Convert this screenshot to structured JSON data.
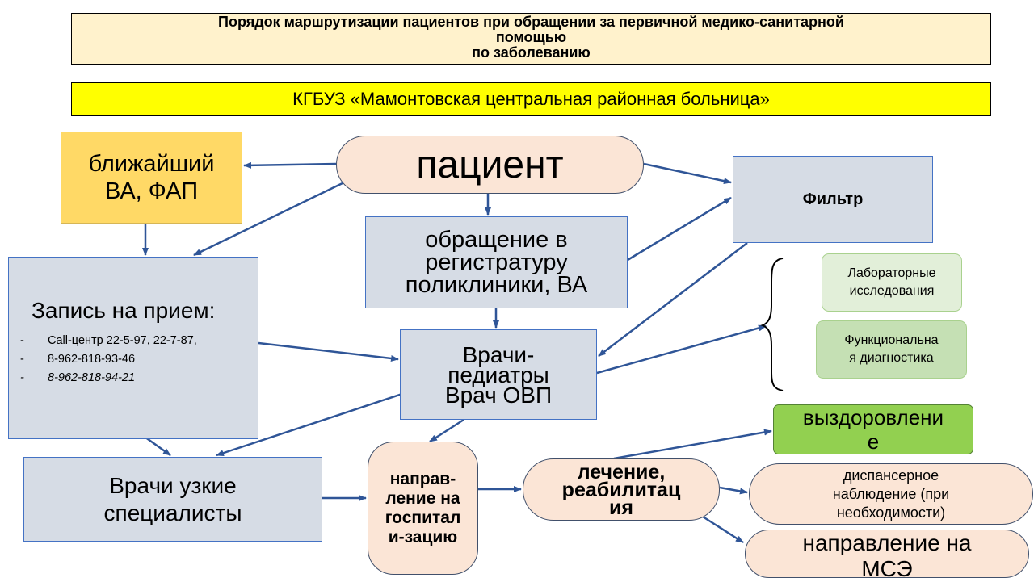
{
  "header": {
    "title_lines": [
      "Порядок маршрутизации пациентов при обращении за первичной медико-санитарной",
      "помощью",
      "по заболеванию"
    ]
  },
  "organization": "КГБУЗ «Мамонтовская центральная районная больница»",
  "nodes": {
    "patient": "пациент",
    "nearest_lines": [
      "ближайший",
      "ВА, ФАП"
    ],
    "filter": "Фильтр",
    "registry_lines": [
      "обращение в",
      "регистратуру",
      "поликлиники, ВА"
    ],
    "appointment": {
      "title": "Запись на прием:",
      "contacts": [
        "Call-центр 22-5-97, 22-7-87,",
        "8-962-818-93-46",
        "8-962-818-94-21"
      ]
    },
    "pediatricians_lines": [
      "Врачи-",
      "педиатры",
      "Врач ОВП"
    ],
    "lab_lines": [
      "Лабораторные",
      "исследования"
    ],
    "functional_lines": [
      "Функциональна",
      "я диагностика"
    ],
    "specialists_lines": [
      "Врачи узкие",
      "специалисты"
    ],
    "hospitalization_lines": [
      "направ-",
      "ление на",
      "госпитал",
      "и-зацию"
    ],
    "treatment_lines": [
      "лечение,",
      "реабилитац",
      "ия"
    ],
    "recovery_lines": [
      "выздоровлени",
      "е"
    ],
    "dispensary_lines": [
      "диспансерное",
      "наблюдение (при",
      "необходимости)"
    ],
    "mse_lines": [
      "направление на",
      "МСЭ"
    ]
  },
  "colors": {
    "arrow": "#2f5597",
    "header_bg": "#fff2cc",
    "banner_bg": "#ffff00",
    "box_gray": "#d6dce5",
    "pill_peach": "#fbe5d6",
    "nearest_bg": "#ffd966",
    "recovery_bg": "#92d050"
  }
}
